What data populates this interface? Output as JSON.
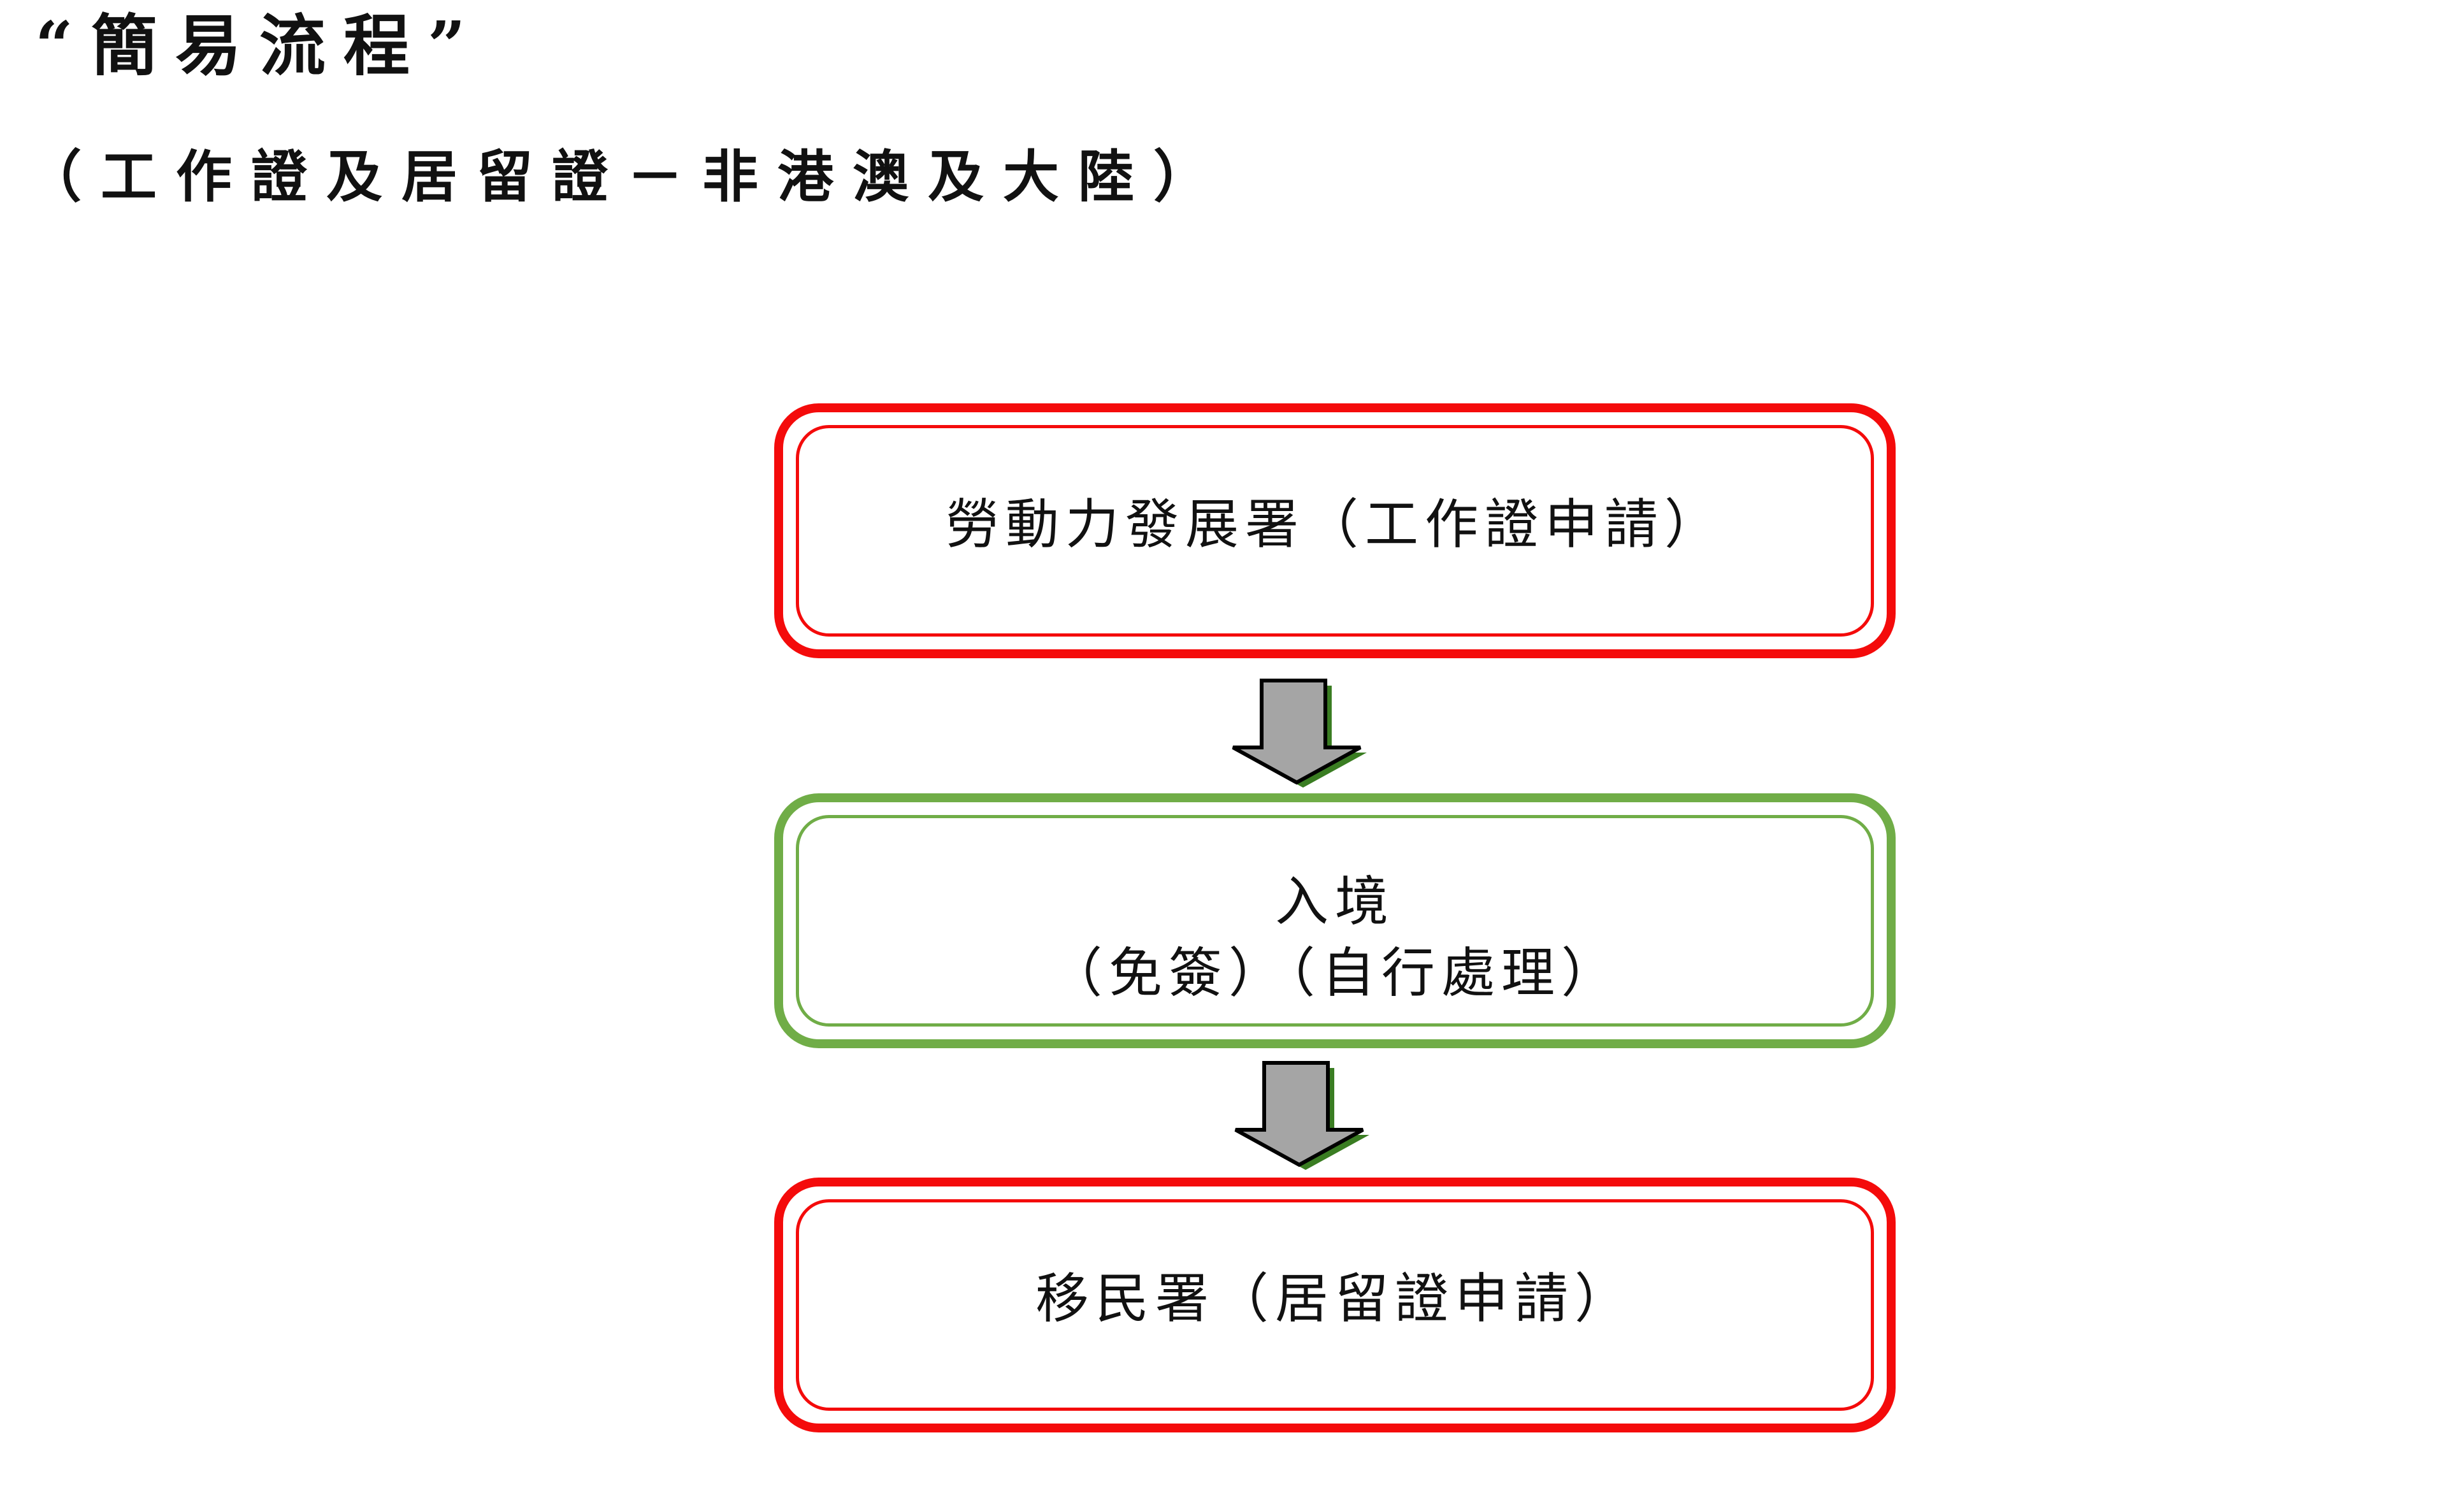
{
  "title": "“簡易流程”",
  "subtitle": "（工作證及居留證－非港澳及大陸）",
  "steps": [
    {
      "lines": [
        "勞動力發展署（工作證申請）"
      ],
      "color": "#f40b0b"
    },
    {
      "lines": [
        "入境",
        "（免簽）（自行處理）"
      ],
      "color": "#70ad47"
    },
    {
      "lines": [
        "移民署（居留證申請）"
      ],
      "color": "#f40b0b"
    }
  ],
  "arrow": {
    "fill": "#a5a5a5",
    "stroke": "#000000",
    "shadow": "#3a7d22"
  }
}
